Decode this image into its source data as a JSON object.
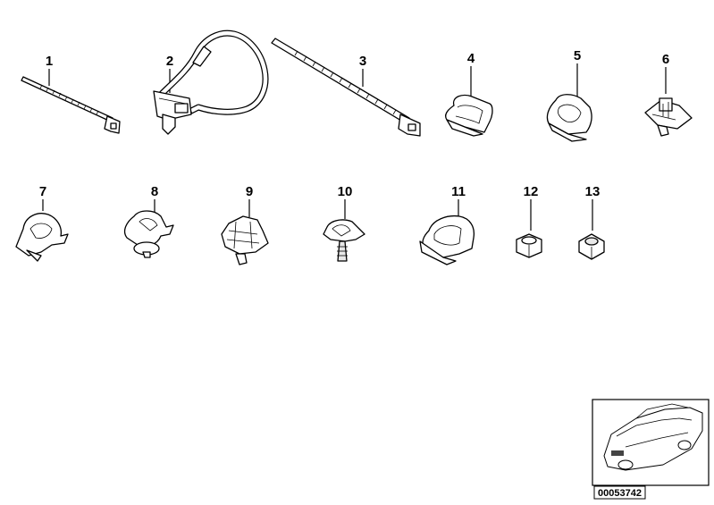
{
  "callouts": [
    "1",
    "2",
    "3",
    "4",
    "5",
    "6",
    "7",
    "8",
    "9",
    "10",
    "11",
    "12",
    "13"
  ],
  "thumbnail": {
    "image_id": "00053742"
  }
}
